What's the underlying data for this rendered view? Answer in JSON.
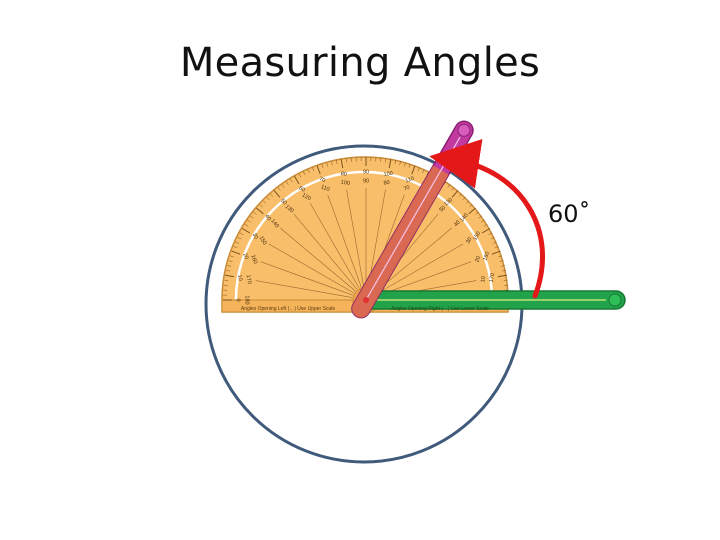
{
  "title": "Measuring Angles",
  "angle_label": "60˚",
  "protractor": {
    "outer_scale": [
      "0",
      "10",
      "20",
      "30",
      "40",
      "50",
      "60",
      "70",
      "80",
      "90",
      "100",
      "110",
      "120",
      "130",
      "140",
      "150",
      "160",
      "170",
      "180"
    ],
    "inner_scale": [
      "180",
      "170",
      "160",
      "150",
      "140",
      "130",
      "120",
      "110",
      "100",
      "90",
      "80",
      "70",
      "60",
      "50",
      "40",
      "30",
      "20",
      "10",
      "0"
    ],
    "left_caption": "Angles Opening Left (←) Use Upper Scale",
    "right_caption": "Angles Opening Right (→) Use Lower Scale"
  },
  "colors": {
    "circle": "#3f5a7a",
    "protractor_fill": "#f8be6a",
    "protractor_edge": "#c98a35",
    "arm_fixed": "#22a24a",
    "arm_rotating": "#c23aa0",
    "arrow": "#e41818",
    "vertex": "#e03030"
  }
}
